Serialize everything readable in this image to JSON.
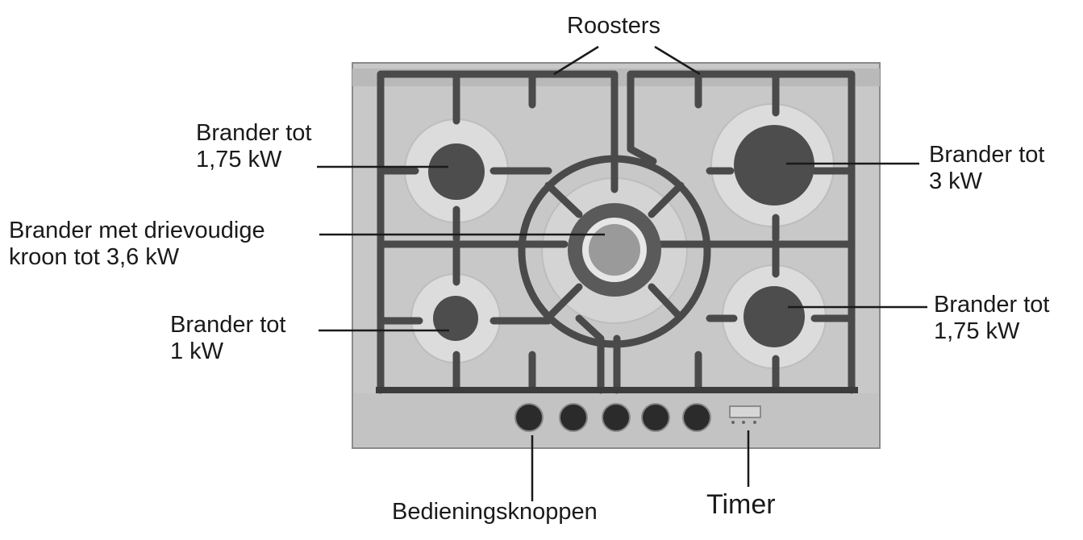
{
  "labels": {
    "roosters": "Roosters",
    "left_top": {
      "line1": "Brander tot",
      "line2": "1,75 kW"
    },
    "right_top": {
      "line1": "Brander tot",
      "line2": "3 kW"
    },
    "center": {
      "line1": "Brander met drievoudige",
      "line2": "kroon tot 3,6 kW"
    },
    "left_bottom": {
      "line1": "Brander tot",
      "line2": "1 kW"
    },
    "right_bottom": {
      "line1": "Brander tot",
      "line2": "1,75 kW"
    },
    "controls": "Bedieningsknoppen",
    "timer": "Timer"
  },
  "colors": {
    "hob": "#c9c9c9",
    "grate": "#4a4a4a",
    "burner_cap": "#4d4d4d",
    "burner_ring": "#dedede"
  }
}
